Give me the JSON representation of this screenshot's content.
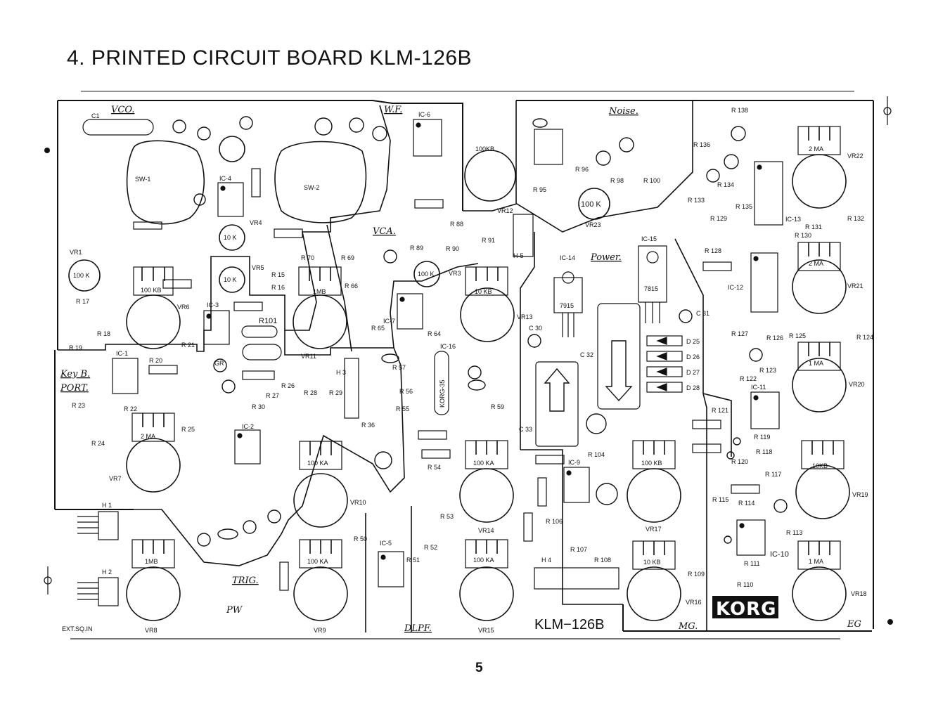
{
  "header": {
    "title": "4. PRINTED CIRCUIT BOARD KLM-126B"
  },
  "footer": {
    "page_number": "5"
  },
  "board": {
    "id_label": "KLM−126B",
    "brand": "KORG",
    "sections": [
      "VCO.",
      "W.F.",
      "VCA.",
      "Noise.",
      "Power.",
      "Key B.",
      "PORT.",
      "TRIG.",
      "PW",
      "DLPF.",
      "MG.",
      "EG"
    ],
    "connector_labels": [
      "H 1",
      "H 2",
      "H 3",
      "H 4",
      "H-5",
      "EXT.SQ.IN"
    ],
    "ics": [
      "IC-1",
      "IC-2",
      "IC-3",
      "IC-4",
      "IC-5",
      "IC-6",
      "IC-7",
      "IC-9",
      "IC-10",
      "IC-11",
      "IC-12",
      "IC-13",
      "IC-14",
      "IC-15",
      "IC-16"
    ],
    "regulators": [
      "7915",
      "7815"
    ],
    "switches": [
      "SW-1",
      "SW-2"
    ],
    "chip": "KORG-35",
    "pots": [
      {
        "name": "VR1",
        "value": "100 K"
      },
      {
        "name": "VR6",
        "value": "100 KB"
      },
      {
        "name": "VR4",
        "value": "10 K"
      },
      {
        "name": "VR5",
        "value": "10 K"
      },
      {
        "name": "VR11",
        "value": "1MB"
      },
      {
        "name": "VR3",
        "value": "100 K"
      },
      {
        "name": "VR13",
        "value": "10 KB"
      },
      {
        "name": "VR12",
        "value": "100KB"
      },
      {
        "name": "VR23",
        "value": "100 K"
      },
      {
        "name": "VR22",
        "value": "2 MA"
      },
      {
        "name": "VR21",
        "value": "2 MA"
      },
      {
        "name": "VR20",
        "value": "1 MA"
      },
      {
        "name": "VR19",
        "value": "10KB"
      },
      {
        "name": "VR18",
        "value": "1 MA"
      },
      {
        "name": "VR7",
        "value": "2 MA"
      },
      {
        "name": "VR8",
        "value": "1MB"
      },
      {
        "name": "VR9",
        "value": "100 KA"
      },
      {
        "name": "VR10",
        "value": "100 KA"
      },
      {
        "name": "VR14",
        "value": "100 KA"
      },
      {
        "name": "VR15",
        "value": "100 KA"
      },
      {
        "name": "VR17",
        "value": "100 KB"
      },
      {
        "name": "VR16",
        "value": "10 KB"
      }
    ],
    "diodes": [
      "D 25",
      "D 26",
      "D 27",
      "D 28"
    ],
    "misc_labels": [
      "C1",
      "C 32",
      "C 33",
      "R101",
      "GR",
      "C 31",
      "C 30",
      "R 15",
      "R 16",
      "R 17",
      "R 18",
      "R 19",
      "R 20",
      "R 21",
      "R 22",
      "R 23",
      "R 24",
      "R 25",
      "R 26",
      "R 27",
      "R 28",
      "R 29",
      "R 30",
      "R 36",
      "R 50",
      "R 51",
      "R 52",
      "R 53",
      "R 54",
      "R 55",
      "R 56",
      "R 57",
      "R 59",
      "R 64",
      "R 65",
      "R 66",
      "R 69",
      "R 70",
      "R 88",
      "R 89",
      "R 90",
      "R 91",
      "R 95",
      "R 96",
      "R 98",
      "R 100",
      "R 104",
      "R 106",
      "R 107",
      "R 108",
      "R 109",
      "R 110",
      "R 111",
      "R 113",
      "R 114",
      "R 115",
      "R 117",
      "R 118",
      "R 119",
      "R 120",
      "R 121",
      "R 122",
      "R 123",
      "R 124",
      "R 125",
      "R 126",
      "R 127",
      "R 128",
      "R 129",
      "R 130",
      "R 131",
      "R 132",
      "R 133",
      "R 134",
      "R 135",
      "R 136",
      "R 138"
    ]
  }
}
